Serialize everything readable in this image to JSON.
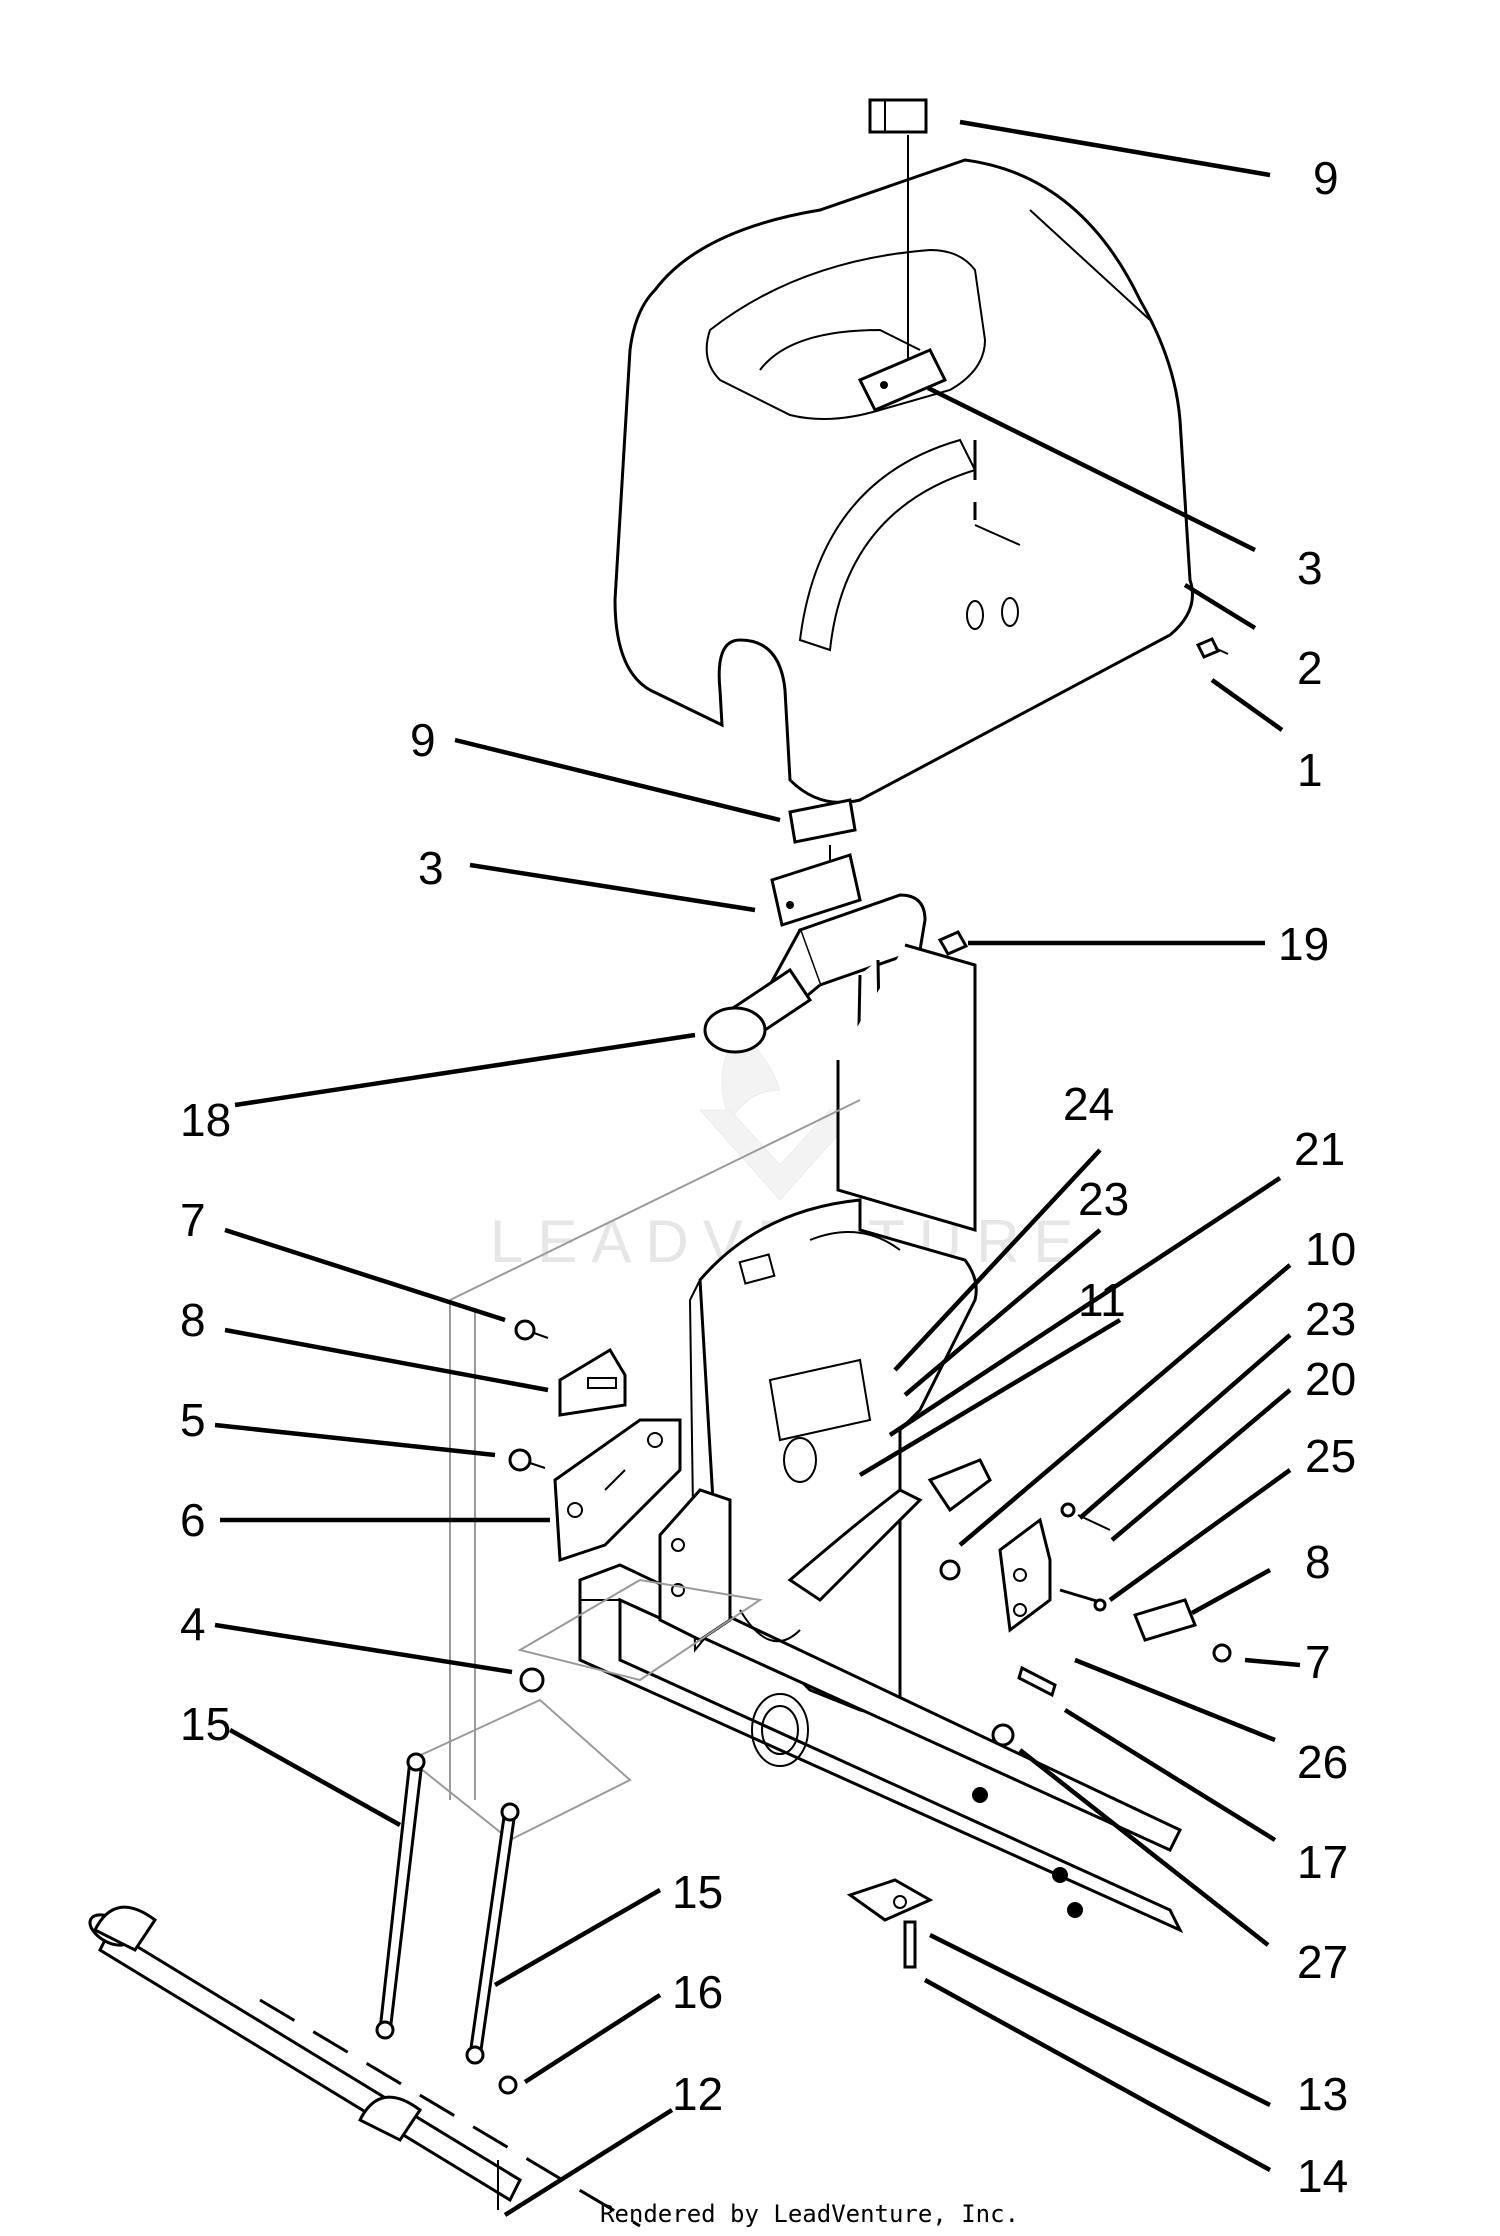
{
  "callouts": [
    {
      "id": "c9a",
      "text": "9"
    },
    {
      "id": "c3a",
      "text": "3"
    },
    {
      "id": "c2",
      "text": "2"
    },
    {
      "id": "c1",
      "text": "1"
    },
    {
      "id": "c9b",
      "text": "9"
    },
    {
      "id": "c3b",
      "text": "3"
    },
    {
      "id": "c19",
      "text": "19"
    },
    {
      "id": "c18",
      "text": "18"
    },
    {
      "id": "c24",
      "text": "24"
    },
    {
      "id": "c21",
      "text": "21"
    },
    {
      "id": "c23a",
      "text": "23"
    },
    {
      "id": "c10",
      "text": "10"
    },
    {
      "id": "c7a",
      "text": "7"
    },
    {
      "id": "c11",
      "text": "11"
    },
    {
      "id": "c23b",
      "text": "23"
    },
    {
      "id": "c8a",
      "text": "8"
    },
    {
      "id": "c20",
      "text": "20"
    },
    {
      "id": "c5",
      "text": "5"
    },
    {
      "id": "c25",
      "text": "25"
    },
    {
      "id": "c6",
      "text": "6"
    },
    {
      "id": "c8b",
      "text": "8"
    },
    {
      "id": "c4",
      "text": "4"
    },
    {
      "id": "c7b",
      "text": "7"
    },
    {
      "id": "c15a",
      "text": "15"
    },
    {
      "id": "c26",
      "text": "26"
    },
    {
      "id": "c17",
      "text": "17"
    },
    {
      "id": "c15b",
      "text": "15"
    },
    {
      "id": "c27",
      "text": "27"
    },
    {
      "id": "c16",
      "text": "16"
    },
    {
      "id": "c13",
      "text": "13"
    },
    {
      "id": "c12",
      "text": "12"
    },
    {
      "id": "c14",
      "text": "14"
    }
  ],
  "watermark": "LEADVENTURE",
  "credit": "Rendered by LeadVenture, Inc."
}
